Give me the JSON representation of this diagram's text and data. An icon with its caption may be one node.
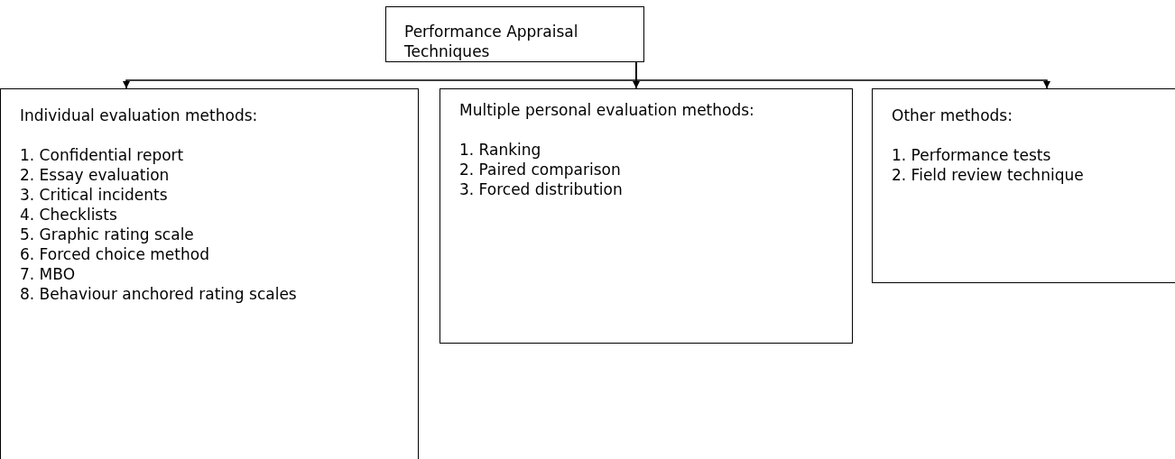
{
  "diagram": {
    "nodes": [
      {
        "text": [
          "Performance Appraisal Techniques"
        ]
      },
      {
        "text": [
          "Individual evaluation methods:",
          "1. Confidential report",
          "2. Essay evaluation",
          "3. Critical incidents",
          "4. Checklists",
          "5. Graphic rating scale",
          "6. Forced choice method",
          "7. MBO",
          "8. Behaviour anchored rating scales"
        ]
      },
      {
        "text": [
          "Multiple personal evaluation methods:",
          "1. Ranking",
          "2. Paired comparison",
          "3. Forced distribution"
        ]
      },
      {
        "text": [
          "Other methods:",
          "1. Performance tests",
          "2. Field review technique"
        ]
      }
    ],
    "edges": [
      {
        "from": 0,
        "to": 1,
        "arrow": "to"
      },
      {
        "from": 0,
        "to": 2,
        "arrow": "to"
      },
      {
        "from": 0,
        "to": 3,
        "arrow": "to"
      }
    ]
  }
}
